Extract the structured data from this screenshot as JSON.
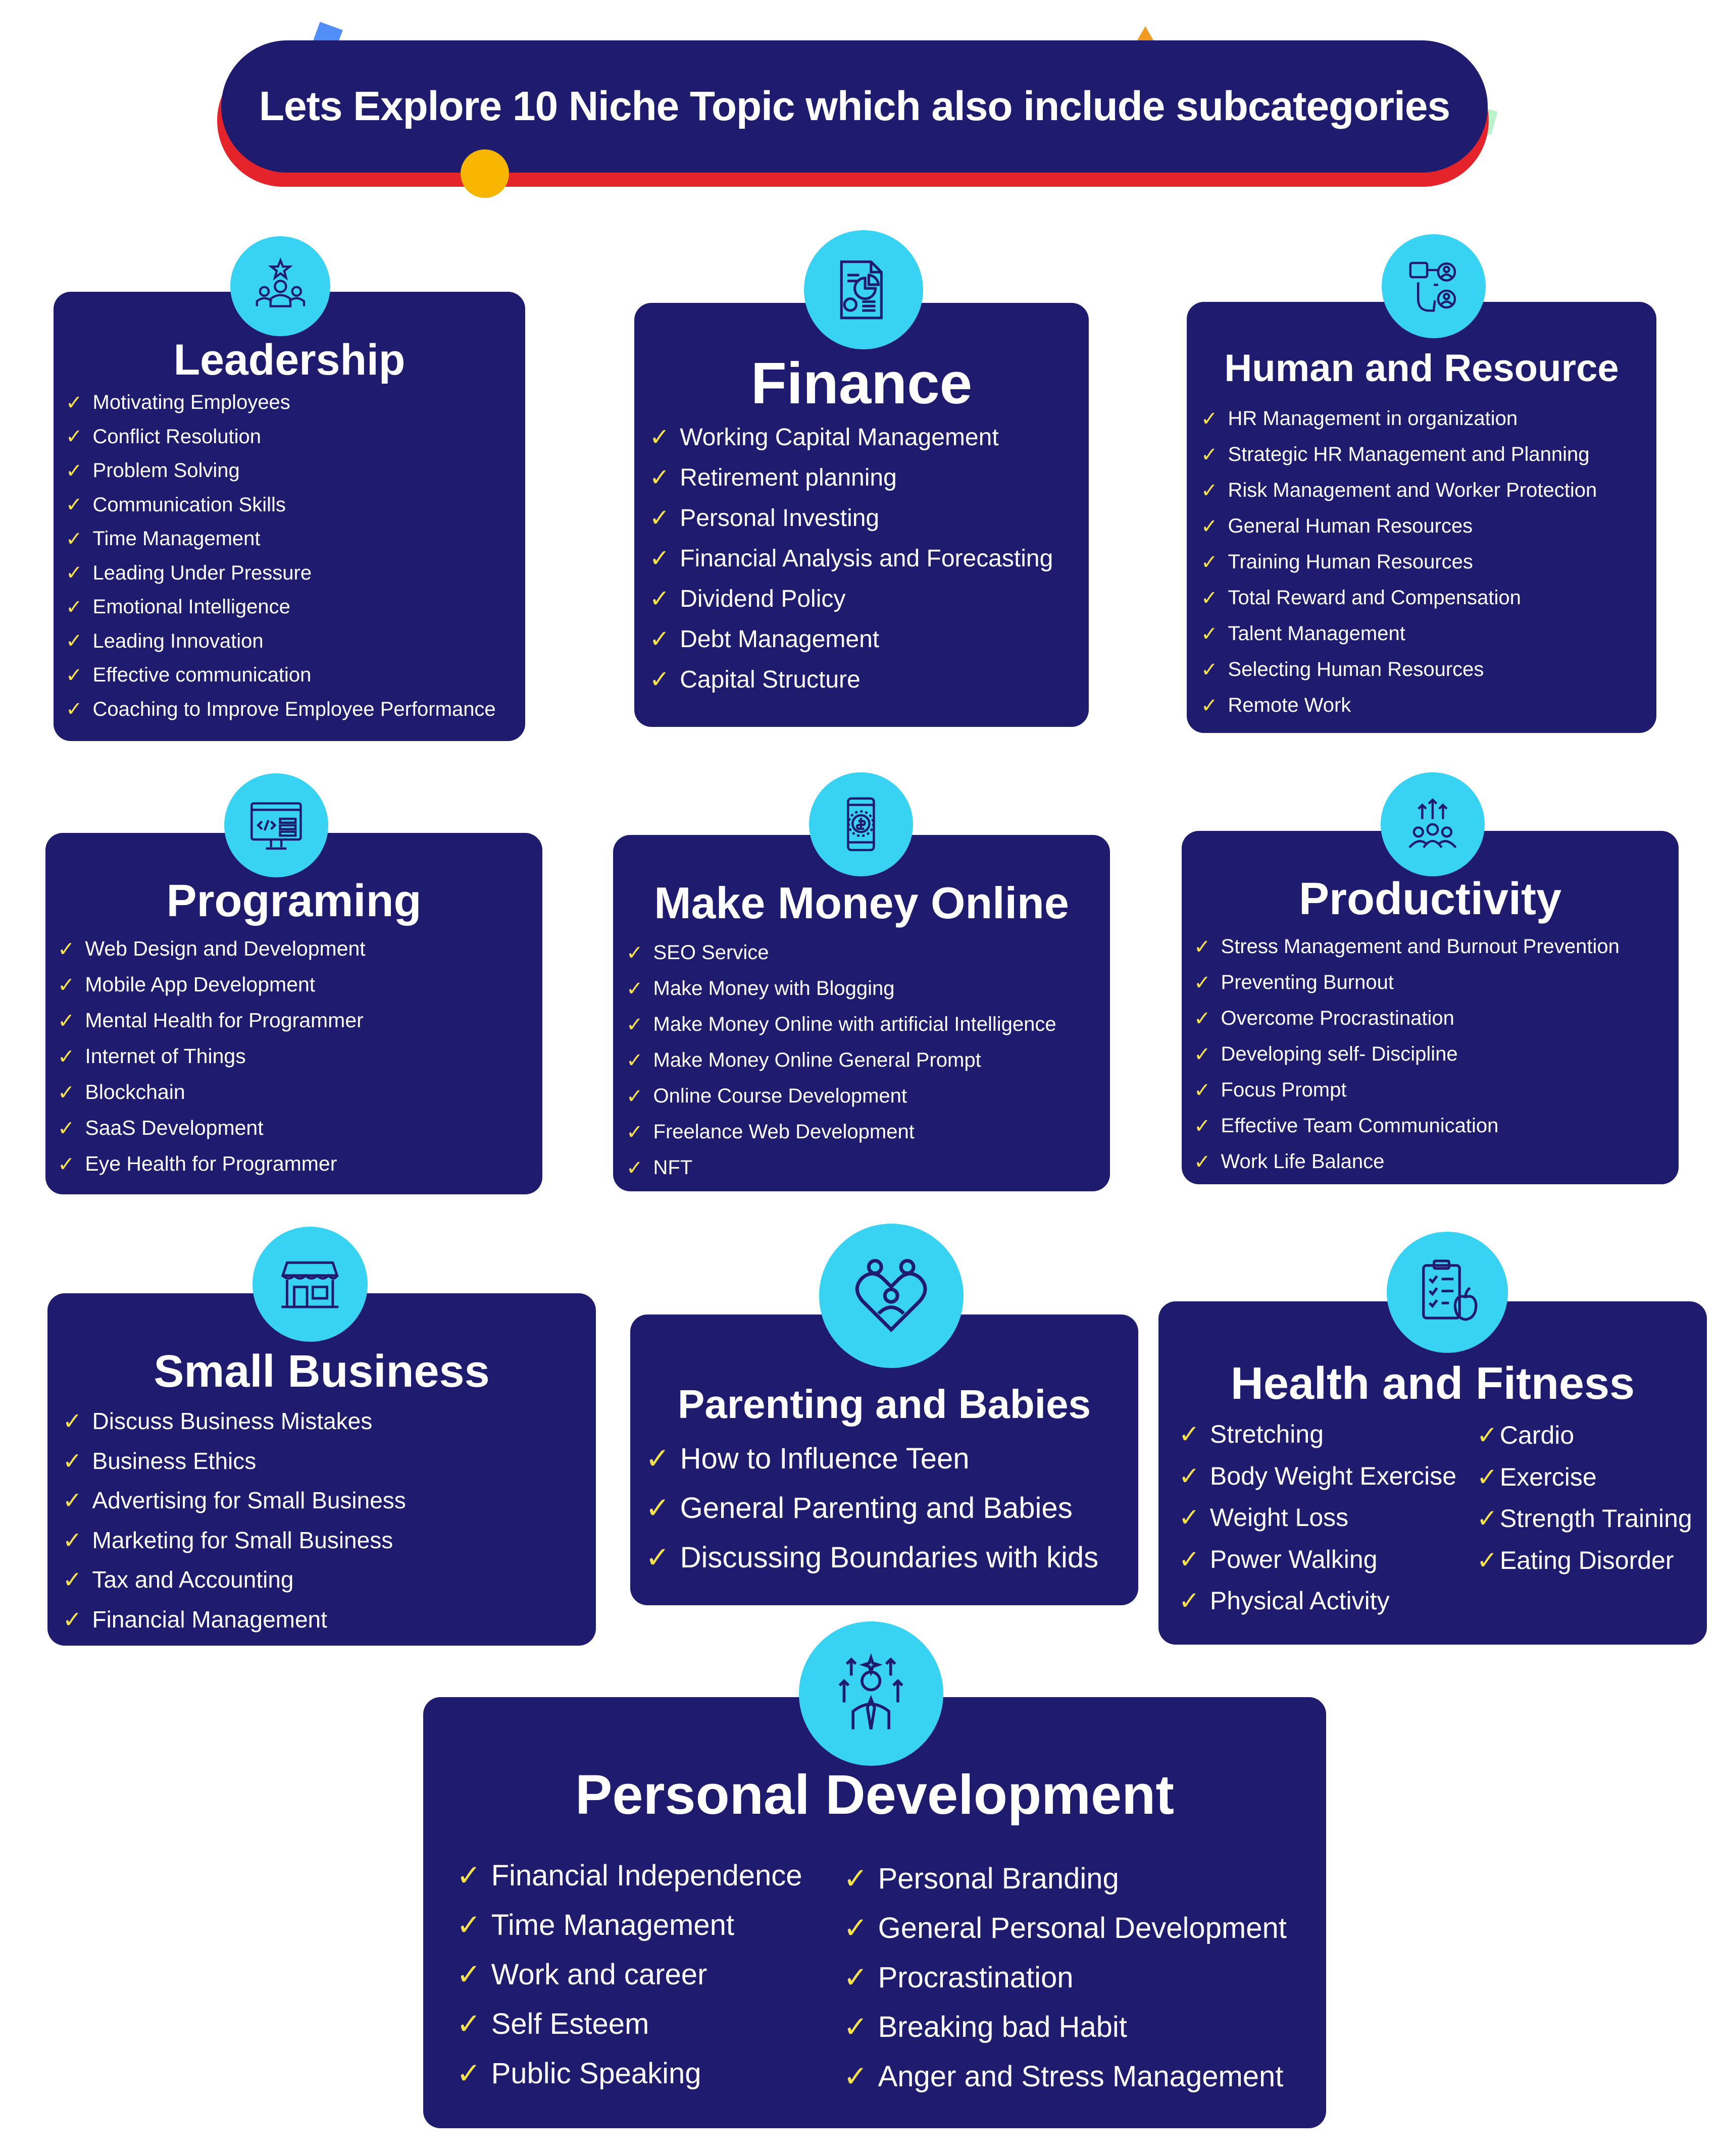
{
  "header": {
    "title": "Lets Explore 10 Niche Topic which also include subcategories"
  },
  "colors": {
    "card": "#1f1b6e",
    "icon_bg": "#38d3f2",
    "check": "#f5e14a",
    "accent_red": "#e4232b"
  },
  "cards": {
    "leadership": {
      "title": "Leadership",
      "icon": "leader-icon",
      "items": [
        "Motivating Employees",
        "Conflict Resolution",
        "Problem Solving",
        "Communication Skills",
        "Time Management",
        "Leading Under Pressure",
        "Emotional Intelligence",
        "Leading Innovation",
        "Effective communication",
        "Coaching to Improve Employee Performance"
      ]
    },
    "finance": {
      "title": "Finance",
      "icon": "finance-report-icon",
      "items": [
        "Working Capital Management",
        "Retirement planning",
        "Personal Investing",
        "Financial Analysis and Forecasting",
        "Dividend Policy",
        "Debt Management",
        "Capital Structure"
      ]
    },
    "hr": {
      "title": "Human and Resource",
      "icon": "hr-people-icon",
      "items": [
        "HR Management in organization",
        "Strategic HR Management and Planning",
        "Risk Management and Worker Protection",
        "General Human Resources",
        "Training Human Resources",
        "Total Reward and Compensation",
        "Talent Management",
        "Selecting Human Resources",
        "Remote Work"
      ]
    },
    "programing": {
      "title": "Programing",
      "icon": "code-monitor-icon",
      "items": [
        "Web Design and Development",
        "Mobile App Development",
        "Mental Health for Programmer",
        "Internet of Things",
        "Blockchain",
        "SaaS Development",
        "Eye Health for Programmer"
      ]
    },
    "money": {
      "title": "Make Money Online",
      "icon": "mobile-money-icon",
      "items": [
        "SEO Service",
        "Make Money with Blogging",
        "Make Money Online with artificial Intelligence",
        "Make Money Online General Prompt",
        "Online Course Development",
        "Freelance Web Development",
        "NFT"
      ]
    },
    "productivity": {
      "title": "Productivity",
      "icon": "team-growth-icon",
      "items": [
        "Stress Management and Burnout Prevention",
        "Preventing Burnout",
        "Overcome Procrastination",
        "Developing self- Discipline",
        "Focus Prompt",
        "Effective Team Communication",
        "Work Life Balance"
      ]
    },
    "small_business": {
      "title": "Small Business",
      "icon": "storefront-icon",
      "items": [
        "Discuss Business Mistakes",
        "Business Ethics",
        "Advertising for Small Business",
        "Marketing for Small Business",
        "Tax and Accounting",
        "Financial Management"
      ]
    },
    "parenting": {
      "title": "Parenting and Babies",
      "icon": "family-heart-icon",
      "items": [
        "How to Influence Teen",
        "General Parenting and Babies",
        "Discussing Boundaries with kids"
      ]
    },
    "health": {
      "title": "Health and Fitness",
      "icon": "health-checklist-icon",
      "items_left": [
        "Stretching",
        "Body Weight Exercise",
        "Weight Loss",
        "Power Walking",
        "Physical Activity"
      ],
      "items_right": [
        "Cardio",
        "Exercise",
        "Strength Training",
        "Eating Disorder"
      ]
    },
    "personal": {
      "title": "Personal Development",
      "icon": "person-growth-icon",
      "items_left": [
        "Financial Independence",
        "Time Management",
        "Work and career",
        "Self Esteem",
        "Public Speaking"
      ],
      "items_right": [
        "Personal Branding",
        "General Personal Development",
        "Procrastination",
        "Breaking bad Habit",
        "Anger and Stress Management"
      ]
    }
  }
}
